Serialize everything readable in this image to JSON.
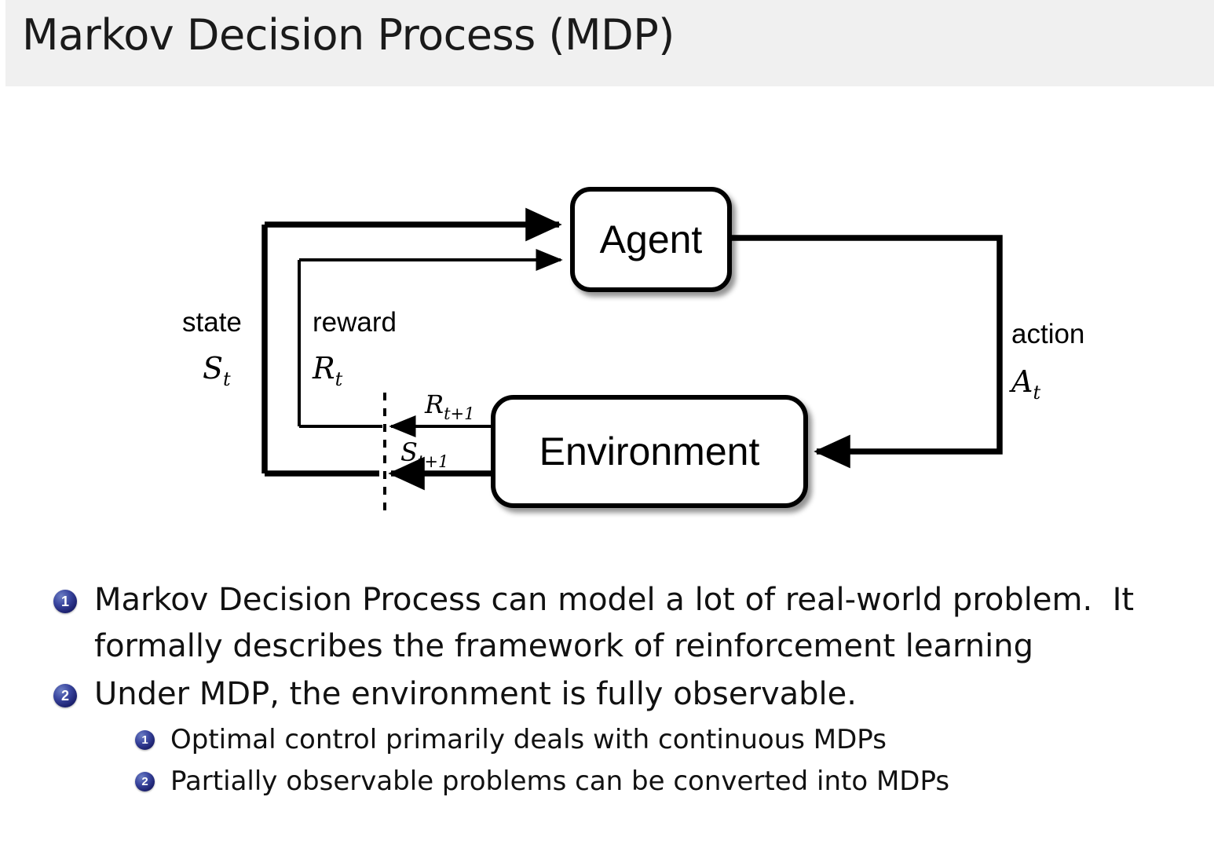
{
  "slide": {
    "title": "Markov Decision Process (MDP)",
    "title_bar_color": "#f0f0f0",
    "background_color": "#ffffff",
    "bullet_color": "#1d2270"
  },
  "diagram": {
    "name": "agent-environment-interaction-loop",
    "nodes": {
      "agent": "Agent",
      "environment": "Environment"
    },
    "edge_labels": {
      "state_word": "state",
      "state_symbol": "S",
      "state_symbol_sub": "t",
      "reward_word": "reward",
      "reward_symbol": "R",
      "reward_symbol_sub": "t",
      "action_word": "action",
      "action_symbol": "A",
      "action_symbol_sub": "t",
      "next_reward_symbol": "R",
      "next_reward_sub": "t+1",
      "next_state_symbol": "S",
      "next_state_sub": "t+1"
    }
  },
  "bullets": [
    {
      "marker": "1",
      "level": 1,
      "lines": [
        "Markov Decision Process can model a lot of real-world problem.  It",
        "formally describes the framework of reinforcement learning"
      ]
    },
    {
      "marker": "2",
      "level": 1,
      "lines": [
        "Under MDP, the environment is fully observable."
      ]
    },
    {
      "marker": "1",
      "level": 2,
      "lines": [
        "Optimal control primarily deals with continuous MDPs"
      ]
    },
    {
      "marker": "2",
      "level": 2,
      "lines": [
        "Partially observable problems can be converted into MDPs"
      ]
    }
  ]
}
